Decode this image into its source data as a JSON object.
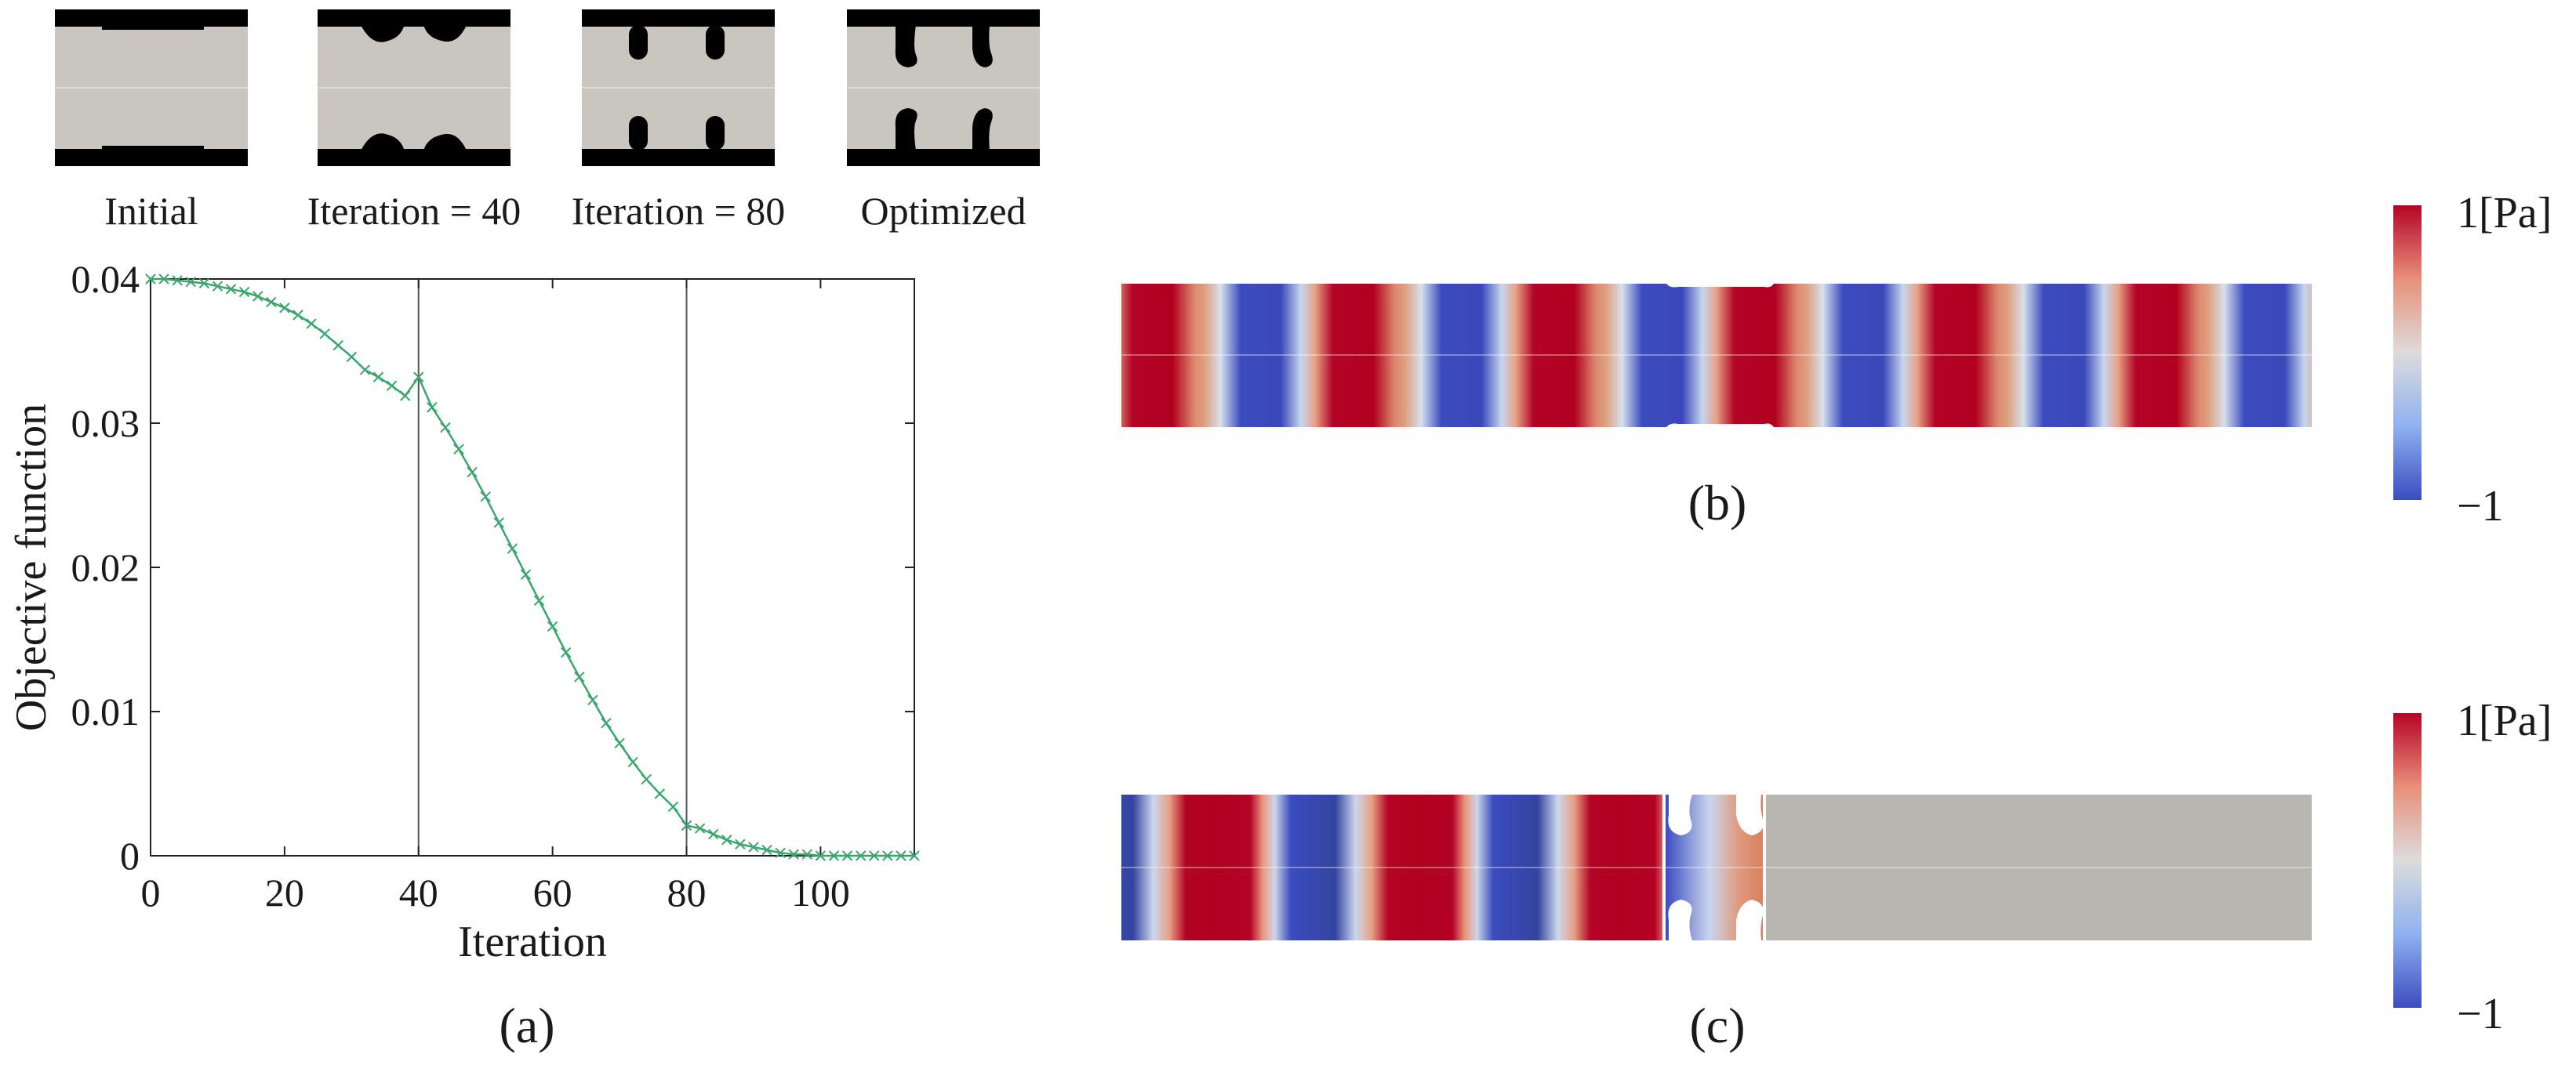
{
  "snapshots": {
    "labels": [
      "Initial",
      "Iteration = 40",
      "Iteration = 80",
      "Optimized"
    ]
  },
  "chart_data": {
    "type": "line",
    "xlabel": "Iteration",
    "ylabel": "Objective function",
    "xlim": [
      0,
      114
    ],
    "ylim": [
      0,
      0.04
    ],
    "xticks": [
      0,
      20,
      40,
      60,
      80,
      100
    ],
    "yticks": [
      0,
      0.01,
      0.02,
      0.03,
      0.04
    ],
    "xtick_labels": [
      "0",
      "20",
      "40",
      "60",
      "80",
      "100"
    ],
    "ytick_labels": [
      "0",
      "0.01",
      "0.02",
      "0.03",
      "0.04"
    ],
    "vlines": [
      40,
      80
    ],
    "grid": false,
    "marker": "x",
    "series": [
      {
        "color": "#3aa66b",
        "x": [
          0,
          2,
          4,
          6,
          8,
          10,
          12,
          14,
          16,
          18,
          20,
          22,
          24,
          26,
          28,
          30,
          32,
          34,
          36,
          38,
          40,
          42,
          44,
          46,
          48,
          50,
          52,
          54,
          56,
          58,
          60,
          62,
          64,
          66,
          68,
          70,
          72,
          74,
          76,
          78,
          80,
          82,
          84,
          86,
          88,
          90,
          92,
          94,
          96,
          98,
          100,
          102,
          104,
          106,
          108,
          110,
          112,
          114
        ],
        "y": [
          0.04,
          0.04,
          0.0399,
          0.0398,
          0.0397,
          0.0395,
          0.0393,
          0.0391,
          0.0388,
          0.0384,
          0.038,
          0.0375,
          0.0369,
          0.0362,
          0.0354,
          0.0346,
          0.0337,
          0.0332,
          0.0326,
          0.0319,
          0.0332,
          0.0311,
          0.0297,
          0.0282,
          0.0266,
          0.0249,
          0.0231,
          0.0213,
          0.0195,
          0.0177,
          0.0159,
          0.0141,
          0.0124,
          0.0108,
          0.0092,
          0.0078,
          0.0065,
          0.0053,
          0.0043,
          0.0034,
          0.0021,
          0.0019,
          0.0015,
          0.0011,
          0.0008,
          0.0006,
          0.0004,
          0.0002,
          0.0001,
          0.0001,
          0.0,
          0.0,
          0.0,
          0.0,
          0.0,
          0.0,
          0.0,
          0.0
        ]
      }
    ]
  },
  "panels": {
    "a": "(a)",
    "b": "(b)",
    "c": "(c)"
  },
  "colorbar": {
    "max_label": "1[Pa]",
    "min_label": "−1",
    "colors": [
      "#b40426",
      "#dddcdc",
      "#3b4cc0"
    ]
  }
}
